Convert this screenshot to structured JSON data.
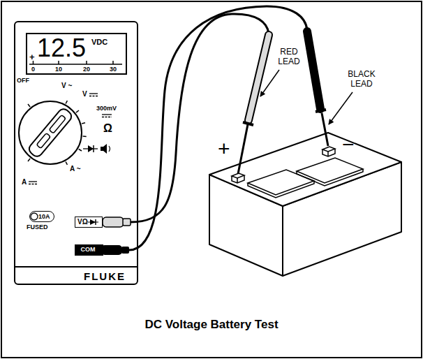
{
  "diagram": {
    "caption": "DC Voltage Battery Test",
    "nodes": [
      {
        "text": [
          "FLUKE"
        ]
      },
      {
        "text": [
          "+",
          "12.5",
          "VDC",
          "0",
          "10",
          "20",
          "30"
        ],
        "in": 0
      },
      {
        "text": [
          "10A"
        ],
        "in": 0
      },
      {
        "text": [
          "VΩ"
        ],
        "in": 0
      },
      {
        "text": [
          "COM"
        ],
        "in": 0
      }
    ],
    "labels": [
      "OFF",
      "V ~",
      "V",
      "300mV",
      "Ω",
      "A ~",
      "A",
      "FUSED",
      "RED LEAD",
      "BLACK LEAD",
      "+",
      "−"
    ]
  }
}
